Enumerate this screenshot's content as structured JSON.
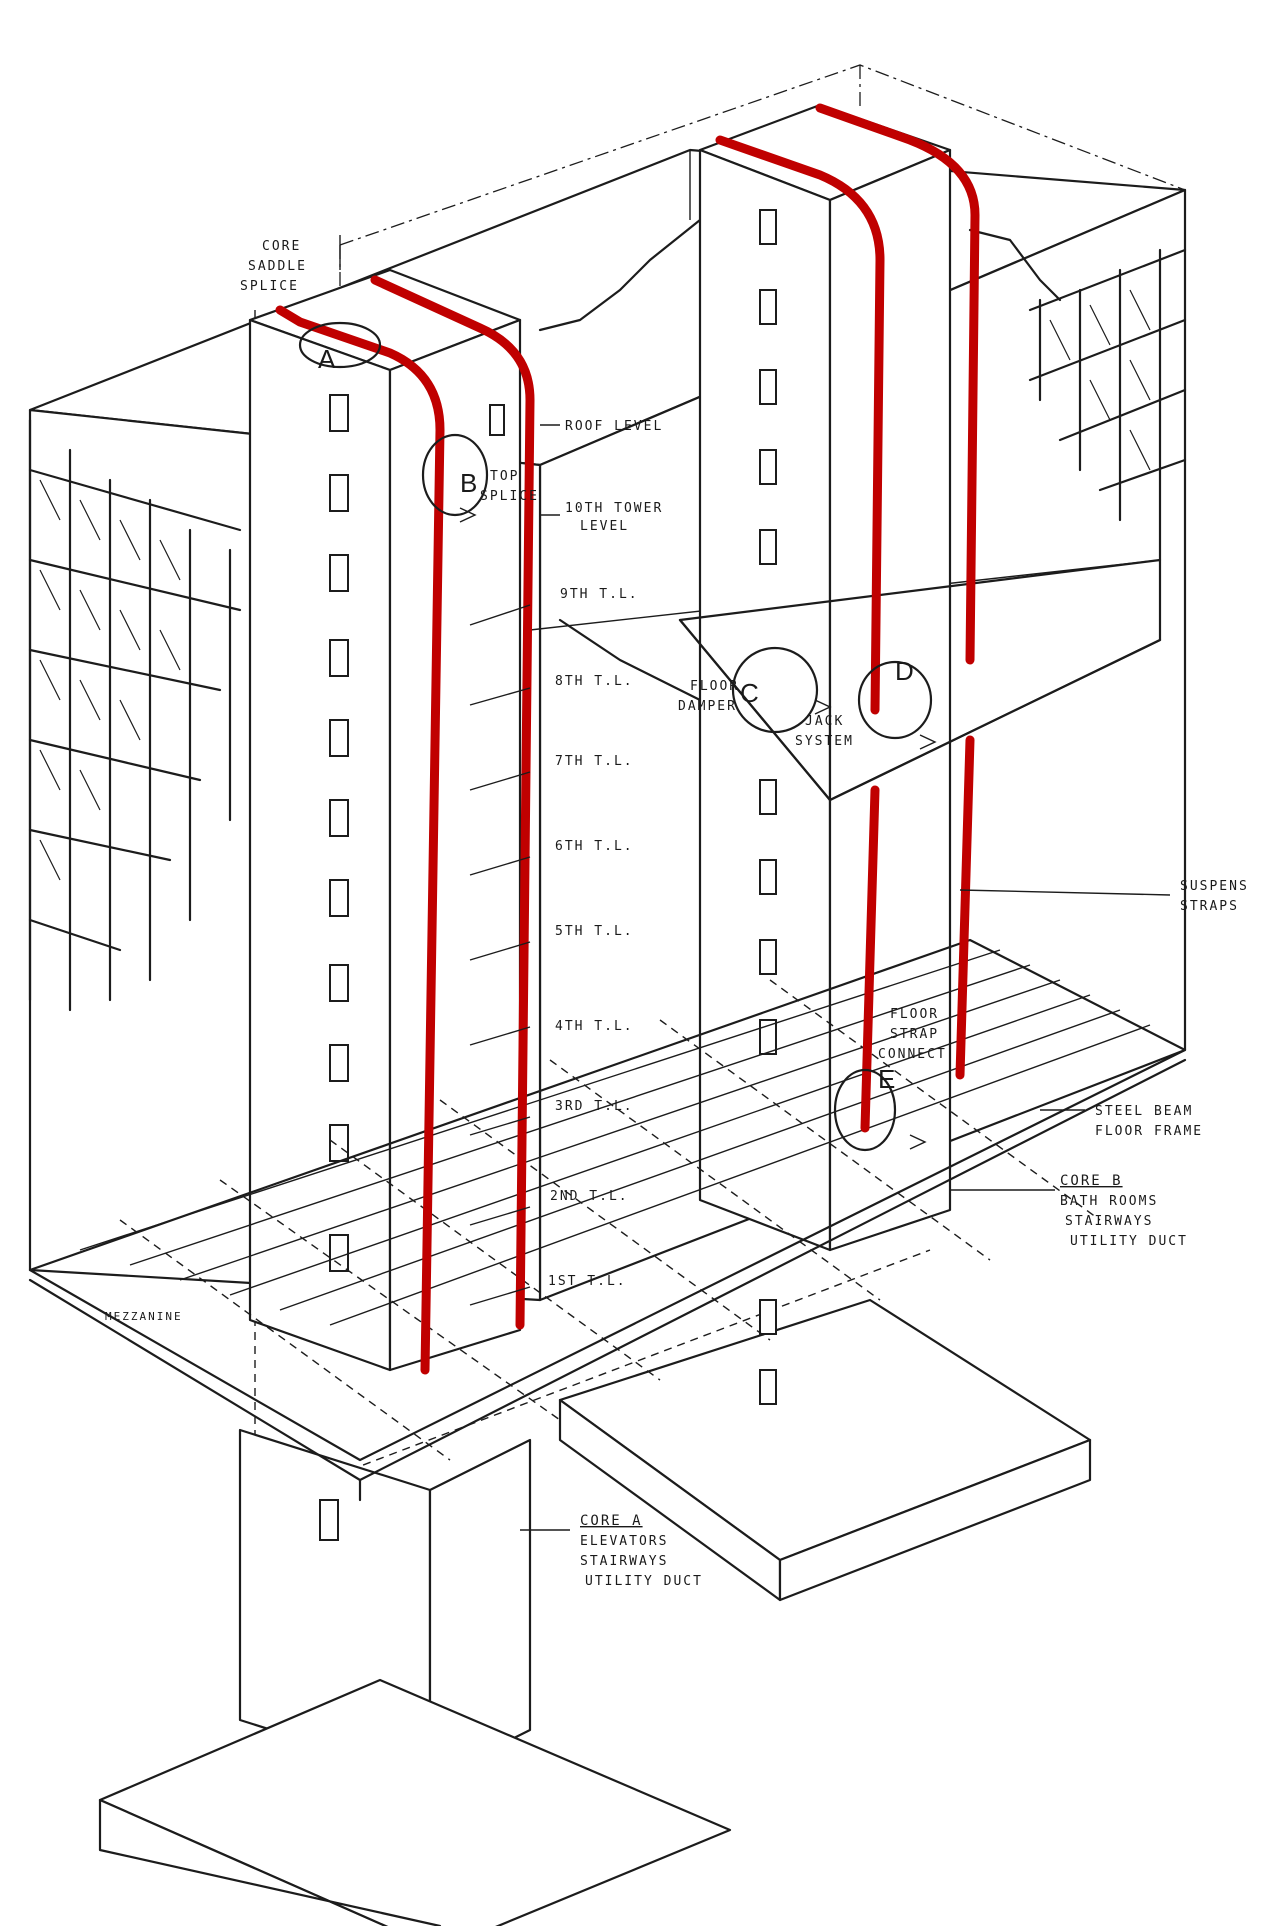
{
  "labels": {
    "core_saddle_splice": [
      "CORE",
      "SADDLE",
      "SPLICE"
    ],
    "roof_level": "ROOF LEVEL",
    "top_splice": [
      "TOP",
      "SPLICE"
    ],
    "tenth_tower_level": [
      "10TH TOWER",
      "LEVEL"
    ],
    "floor_damper": [
      "FLOOR",
      "DAMPER"
    ],
    "jack_system": [
      "JACK",
      "SYSTEM"
    ],
    "suspens_straps": [
      "SUSPENS",
      "STRAPS"
    ],
    "floor_strap_connect": [
      "FLOOR",
      "STRAP",
      "CONNECT"
    ],
    "steel_beam_floor_frame": [
      "STEEL BEAM",
      "FLOOR FRAME"
    ],
    "core_b": {
      "title": "CORE B",
      "lines": [
        "BATH ROOMS",
        "STAIRWAYS",
        "UTILITY DUCT"
      ]
    },
    "core_a": {
      "title": "CORE A",
      "lines": [
        "ELEVATORS",
        "STAIRWAYS",
        "UTILITY DUCT"
      ]
    },
    "mezzanine": "MEZZANINE",
    "tower_levels": [
      "9TH T.L.",
      "8TH T.L.",
      "7TH T.L.",
      "6TH T.L.",
      "5TH T.L.",
      "4TH T.L.",
      "3RD T.L.",
      "2ND T.L.",
      "1ST T.L."
    ]
  },
  "callouts": [
    "A",
    "B",
    "C",
    "D",
    "E"
  ],
  "colors": {
    "strap": "#c00000",
    "ink": "#1c1c1c",
    "paper": "#ffffff"
  }
}
